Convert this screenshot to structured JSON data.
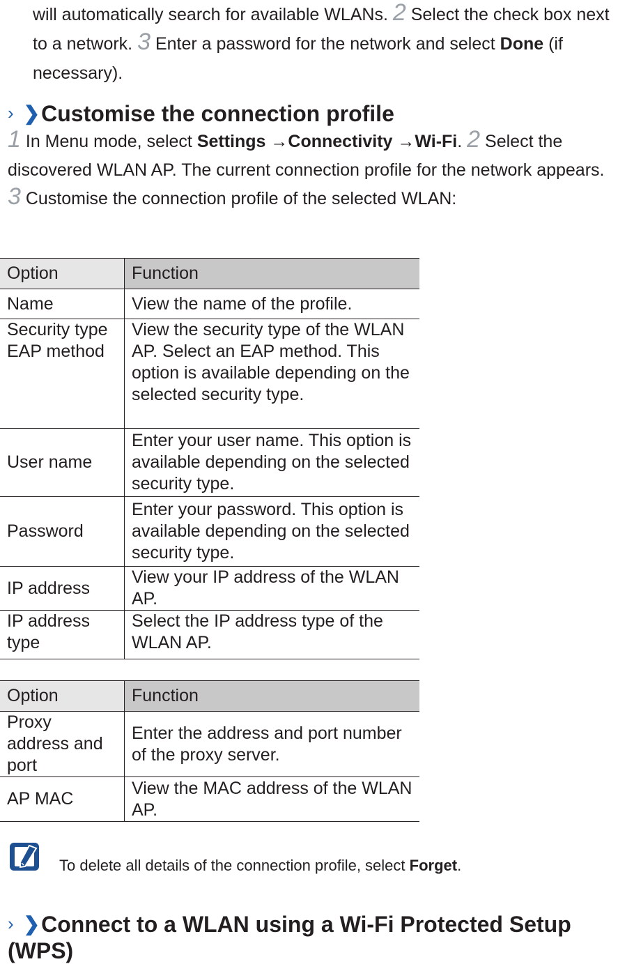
{
  "intro": {
    "text1": "will automatically search for available WLANs. ",
    "step2": "2",
    "text2": " Select the check box next to a network. ",
    "step3": "3",
    "text3": " Enter a password for the network and select ",
    "done": "Done",
    "text4": " (if necessary)."
  },
  "section1": {
    "chevron_thin": "›",
    "chevron_bold": "❯",
    "title": "Customise the connection profile",
    "step1": "1",
    "p1": " In Menu mode, select ",
    "settings": "Settings",
    "arrow1": " →",
    "connectivity": "Connectivity",
    "arrow2": " →",
    "wifi": "Wi-Fi",
    "p2": ". ",
    "step2": "2",
    "p3": " Select the discovered WLAN AP. The current connection profile for the network appears. ",
    "step3": "3",
    "p4": " Customise the connection profile of the selected WLAN:"
  },
  "table1": {
    "headers": [
      "Option",
      "Function"
    ],
    "rows": [
      [
        "Name",
        "View the name of the profile."
      ],
      [
        "Security type EAP method",
        "View the security type of the WLAN AP. Select an EAP method. This option is available depending on the selected security type."
      ],
      [
        "User name",
        "Enter your user name. This option is available depending on the selected security type."
      ],
      [
        "Password",
        "Enter your password. This option is available depending on the selected security type."
      ],
      [
        "IP address",
        "View your IP address of the WLAN AP."
      ],
      [
        "IP address type",
        "Select the IP address type of the WLAN AP."
      ]
    ]
  },
  "table2": {
    "headers": [
      "Option",
      "Function"
    ],
    "rows": [
      [
        "Proxy address and port",
        "Enter the address and port number of the proxy server."
      ],
      [
        "AP MAC",
        "View the MAC address of the WLAN AP."
      ]
    ]
  },
  "note": {
    "icon": "note-pencil-icon",
    "text": "To delete all details of the connection profile, select ",
    "forget": "Forget",
    "end": "."
  },
  "section2": {
    "chevron_thin": "›",
    "chevron_bold": "❯",
    "title": "Connect to a WLAN using a Wi-Fi Protected Setup (WPS)"
  }
}
